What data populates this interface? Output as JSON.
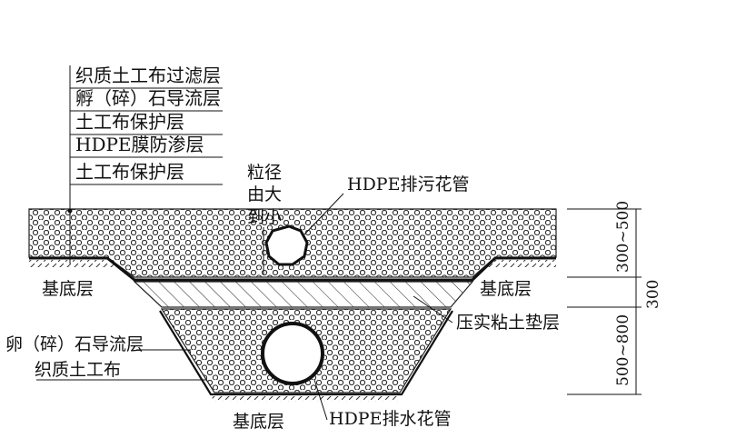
{
  "layers_stack": [
    "织质土工布过滤层",
    "孵（碎）石导流层",
    "土工布保护层",
    "HDPE膜防渗层",
    "土工布保护层"
  ],
  "gravel_note": [
    "粒径",
    "由大",
    "到小"
  ],
  "labels": {
    "upper_pipe": "HDPE排污花管",
    "base_left": "基底层",
    "base_right": "基底层",
    "base_bottom": "基底层",
    "clay_cushion": "压实粘土垫层",
    "lower_gravel": "卵（碎）石导流层",
    "lower_geotextile": "织质土工布",
    "lower_pipe": "HDPE排水花管"
  },
  "dimensions": {
    "top_layer": "300~500",
    "clay": "300",
    "trench": "500~800"
  }
}
